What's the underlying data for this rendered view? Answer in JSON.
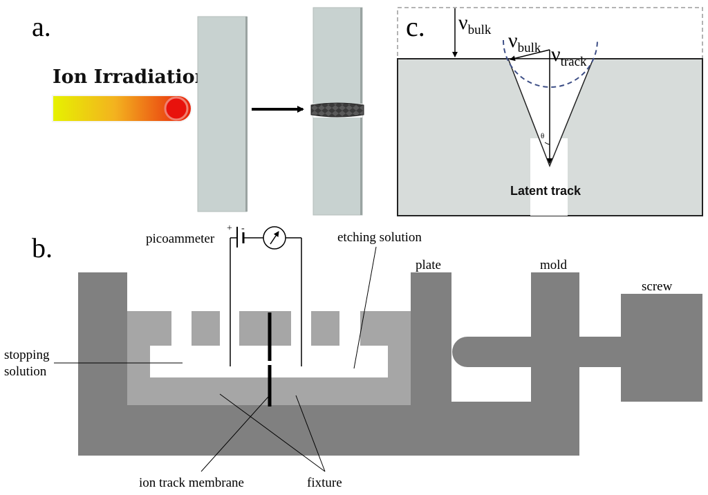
{
  "panel_a": {
    "label": "a.",
    "ion_title": "Ion Irradiation"
  },
  "panel_b": {
    "label": "b.",
    "picoammeter": "picoammeter",
    "plus_sign": "+",
    "minus_sign": "-",
    "etching_solution": "etching solution",
    "plate": "plate",
    "mold": "mold",
    "screw": "screw",
    "stopping_solution_line1": "stopping",
    "stopping_solution_line2": "solution",
    "ion_track_membrane": "ion track membrane",
    "fixture": "fixture"
  },
  "panel_c": {
    "label": "c.",
    "nu_symbol": "ν",
    "bulk_sub": "bulk",
    "track_sub": "track",
    "theta": "θ",
    "latent_track": "Latent track"
  },
  "colors": {
    "dark_gray": "#808080",
    "medium_gray": "#a6a6a6",
    "membrane_gray": "#c8d2d0",
    "panel_c_fill": "#d7dcda",
    "arc_blue": "#3d4e86",
    "beam_start": "#e2f000",
    "beam_end": "#e8120c"
  }
}
